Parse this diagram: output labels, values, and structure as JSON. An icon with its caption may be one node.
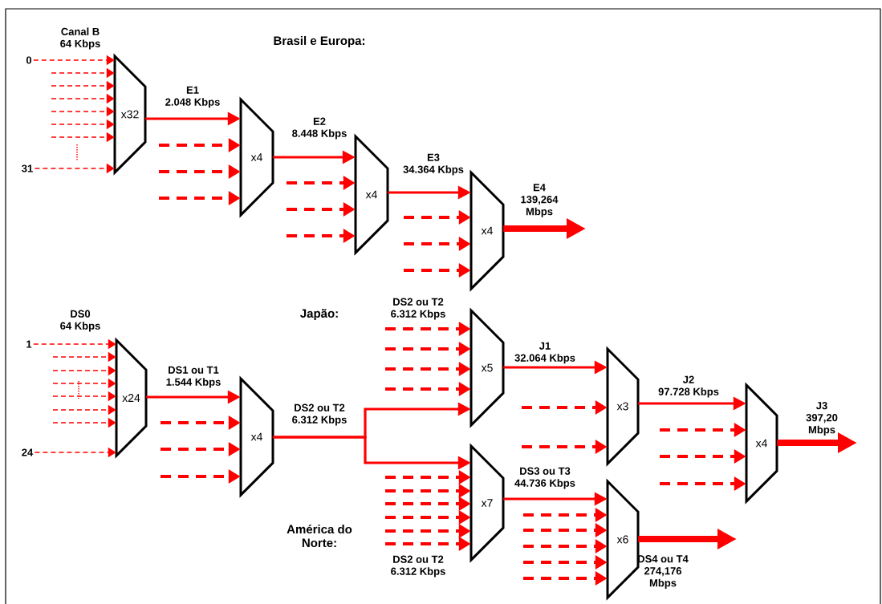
{
  "diagram": {
    "nodes": [
      {
        "text": [
          "0"
        ]
      },
      {
        "text": [
          "31"
        ]
      },
      {
        "text": [
          "x32"
        ]
      },
      {
        "text": [
          "x4"
        ]
      },
      {
        "text": [
          "x4"
        ]
      },
      {
        "text": [
          "x4"
        ]
      },
      {
        "text": [
          "1"
        ]
      },
      {
        "text": [
          "24"
        ]
      },
      {
        "text": [
          "x24"
        ]
      },
      {
        "text": [
          "x4"
        ]
      },
      {
        "text": [
          "x5"
        ]
      },
      {
        "text": [
          "x7"
        ]
      },
      {
        "text": [
          "x3"
        ]
      },
      {
        "text": [
          "x6"
        ]
      },
      {
        "text": [
          "x4"
        ]
      }
    ],
    "edges": [
      {
        "from": 0,
        "to": 2,
        "arrow": "to",
        "style": "dashed"
      },
      {
        "from": null,
        "to": 2,
        "arrow": "to",
        "style": "dashed"
      },
      {
        "from": null,
        "to": 2,
        "arrow": "to",
        "style": "dashed"
      },
      {
        "from": null,
        "to": 2,
        "arrow": "to",
        "style": "dashed"
      },
      {
        "from": null,
        "to": 2,
        "arrow": "to",
        "style": "dashed"
      },
      {
        "from": null,
        "to": 2,
        "arrow": "to",
        "style": "dashed"
      },
      {
        "from": null,
        "to": 2,
        "arrow": "to",
        "style": "dashed"
      },
      {
        "from": 1,
        "to": 2,
        "arrow": "to",
        "style": "dashed"
      },
      {
        "from": 2,
        "to": 3,
        "arrow": "to",
        "label": "E1 2.048 Kbps"
      },
      {
        "from": null,
        "to": 3,
        "arrow": "to",
        "style": "dashed"
      },
      {
        "from": null,
        "to": 3,
        "arrow": "to",
        "style": "dashed"
      },
      {
        "from": null,
        "to": 3,
        "arrow": "to",
        "style": "dashed"
      },
      {
        "from": 3,
        "to": 4,
        "arrow": "to",
        "label": "E2 8.448 Kbps"
      },
      {
        "from": null,
        "to": 4,
        "arrow": "to",
        "style": "dashed"
      },
      {
        "from": null,
        "to": 4,
        "arrow": "to",
        "style": "dashed"
      },
      {
        "from": null,
        "to": 4,
        "arrow": "to",
        "style": "dashed"
      },
      {
        "from": 4,
        "to": 5,
        "arrow": "to",
        "label": "E3 34.364 Kbps"
      },
      {
        "from": null,
        "to": 5,
        "arrow": "to",
        "style": "dashed"
      },
      {
        "from": null,
        "to": 5,
        "arrow": "to",
        "style": "dashed"
      },
      {
        "from": null,
        "to": 5,
        "arrow": "to",
        "style": "dashed"
      },
      {
        "from": 5,
        "to": null,
        "arrow": "to",
        "label": "E4 139,264 Mbps",
        "style": "thick"
      },
      {
        "from": 6,
        "to": 8,
        "arrow": "to",
        "style": "dashed"
      },
      {
        "from": null,
        "to": 8,
        "arrow": "to",
        "style": "dashed"
      },
      {
        "from": null,
        "to": 8,
        "arrow": "to",
        "style": "dashed"
      },
      {
        "from": null,
        "to": 8,
        "arrow": "to",
        "style": "dashed"
      },
      {
        "from": null,
        "to": 8,
        "arrow": "to",
        "style": "dashed"
      },
      {
        "from": null,
        "to": 8,
        "arrow": "to",
        "style": "dashed"
      },
      {
        "from": null,
        "to": 8,
        "arrow": "to",
        "style": "dashed"
      },
      {
        "from": 7,
        "to": 8,
        "arrow": "to",
        "style": "dashed"
      },
      {
        "from": 8,
        "to": 9,
        "arrow": "to",
        "label": "DS1 ou T1 1.544 Kbps"
      },
      {
        "from": null,
        "to": 9,
        "arrow": "to",
        "style": "dashed"
      },
      {
        "from": null,
        "to": 9,
        "arrow": "to",
        "style": "dashed"
      },
      {
        "from": null,
        "to": 9,
        "arrow": "to",
        "style": "dashed"
      },
      {
        "from": 9,
        "to": 10,
        "arrow": "to",
        "label": "DS2 ou T2 6.312 Kbps"
      },
      {
        "from": 9,
        "to": 11,
        "arrow": "to"
      },
      {
        "from": null,
        "to": 10,
        "arrow": "to",
        "style": "dashed"
      },
      {
        "from": null,
        "to": 10,
        "arrow": "to",
        "style": "dashed"
      },
      {
        "from": null,
        "to": 10,
        "arrow": "to",
        "style": "dashed"
      },
      {
        "from": null,
        "to": 10,
        "arrow": "to",
        "style": "dashed"
      },
      {
        "from": null,
        "to": 11,
        "arrow": "to",
        "style": "dashed"
      },
      {
        "from": null,
        "to": 11,
        "arrow": "to",
        "style": "dashed"
      },
      {
        "from": null,
        "to": 11,
        "arrow": "to",
        "style": "dashed"
      },
      {
        "from": null,
        "to": 11,
        "arrow": "to",
        "style": "dashed"
      },
      {
        "from": null,
        "to": 11,
        "arrow": "to",
        "style": "dashed"
      },
      {
        "from": null,
        "to": 11,
        "arrow": "to",
        "style": "dashed"
      },
      {
        "from": 10,
        "to": 12,
        "arrow": "to",
        "label": "J1 32.064 Kbps"
      },
      {
        "from": null,
        "to": 12,
        "arrow": "to",
        "style": "dashed"
      },
      {
        "from": null,
        "to": 12,
        "arrow": "to",
        "style": "dashed"
      },
      {
        "from": 11,
        "to": 13,
        "arrow": "to",
        "label": "DS3 ou T3 44.736 Kbps"
      },
      {
        "from": null,
        "to": 13,
        "arrow": "to",
        "style": "dashed"
      },
      {
        "from": null,
        "to": 13,
        "arrow": "to",
        "style": "dashed"
      },
      {
        "from": null,
        "to": 13,
        "arrow": "to",
        "style": "dashed"
      },
      {
        "from": null,
        "to": 13,
        "arrow": "to",
        "style": "dashed"
      },
      {
        "from": null,
        "to": 13,
        "arrow": "to",
        "style": "dashed"
      },
      {
        "from": 12,
        "to": 14,
        "arrow": "to",
        "label": "J2 97.728 Kbps"
      },
      {
        "from": null,
        "to": 14,
        "arrow": "to",
        "style": "dashed"
      },
      {
        "from": null,
        "to": 14,
        "arrow": "to",
        "style": "dashed"
      },
      {
        "from": null,
        "to": 14,
        "arrow": "to",
        "style": "dashed"
      },
      {
        "from": 14,
        "to": null,
        "arrow": "to",
        "label": "J3 397,20 Mbps",
        "style": "thick"
      },
      {
        "from": 13,
        "to": null,
        "arrow": "to",
        "label": "DS4 ou T4 274,176 Mbps",
        "style": "thick"
      }
    ],
    "labels": [
      "Canal B 64 Kbps",
      "Brasil e Europa:",
      "DS0 64 Kbps",
      "Japão:",
      "DS2 ou T2 6.312 Kbps",
      "América do Norte:",
      "DS2 ou T2 6.312 Kbps"
    ]
  }
}
